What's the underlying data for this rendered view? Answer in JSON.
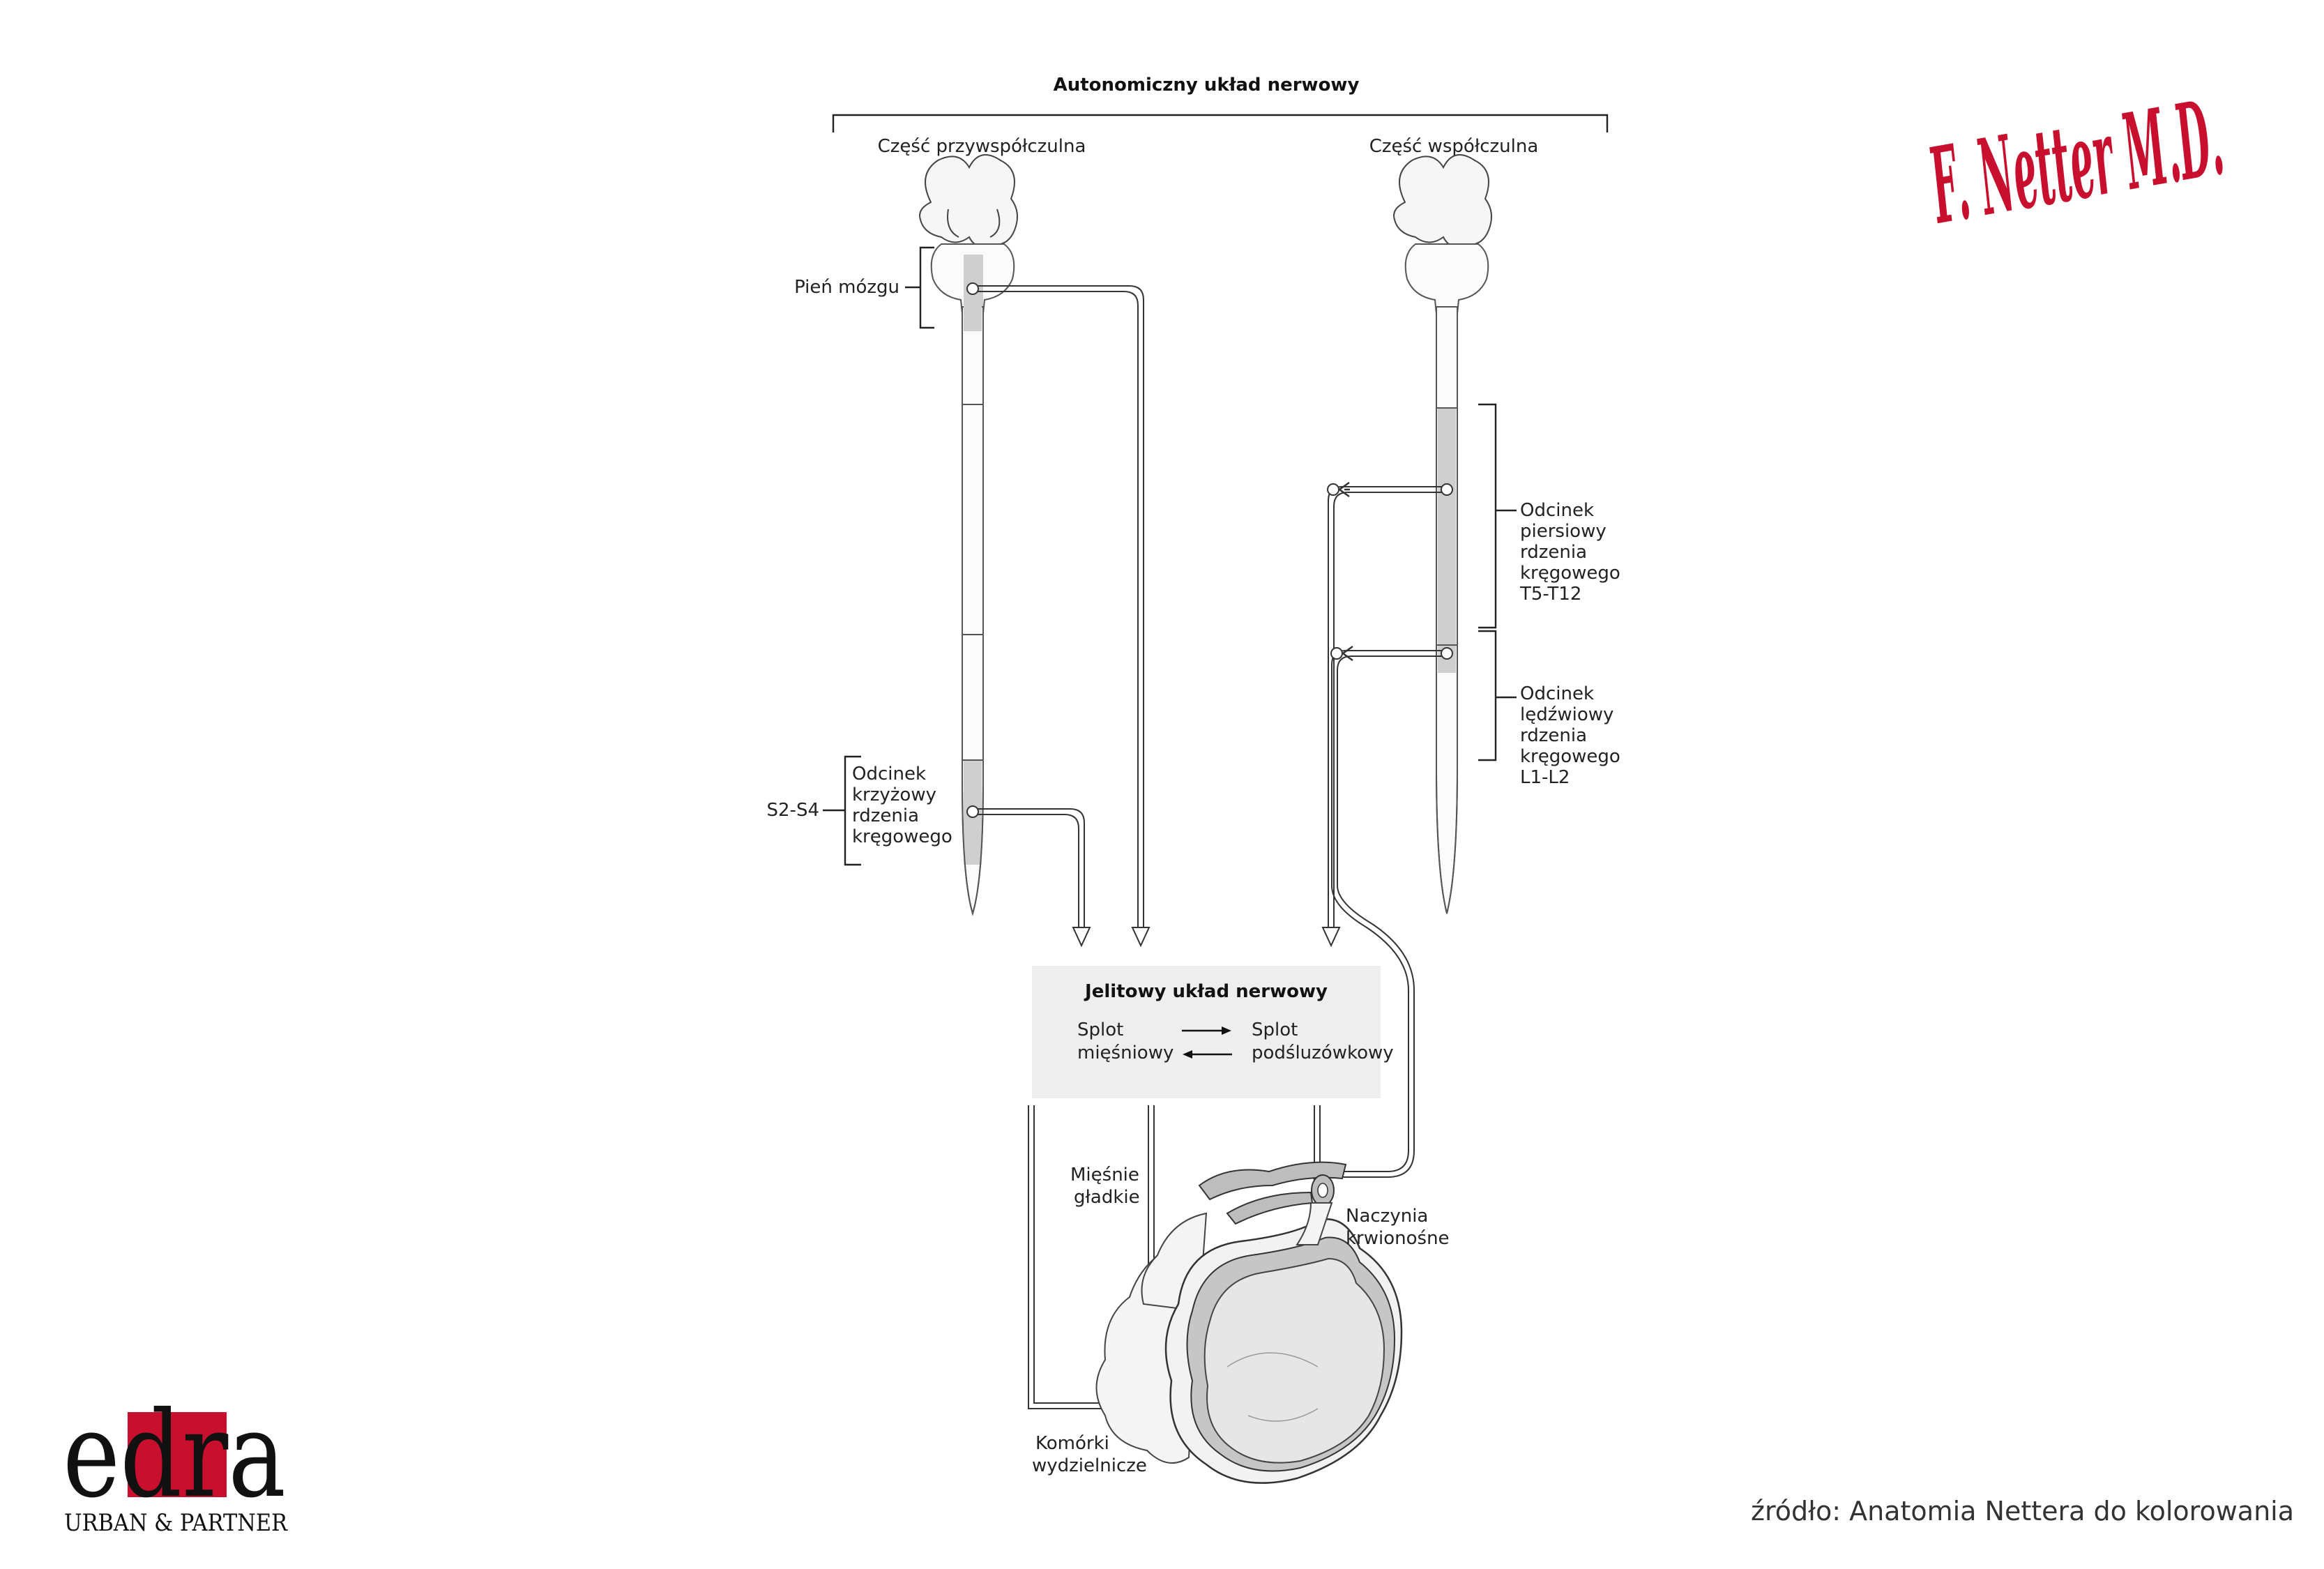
{
  "title": "Autonomiczny układ nerwowy",
  "parasympathetic": {
    "heading": "Część przywspółczulna",
    "brainstem": "Pień mózgu",
    "sacral_range": "S2-S4",
    "sacral_label": [
      "Odcinek",
      "krzyżowy",
      "rdzenia",
      "kręgowego"
    ]
  },
  "sympathetic": {
    "heading": "Część współczulna",
    "thoracic_label": [
      "Odcinek",
      "piersiowy",
      "rdzenia",
      "kręgowego",
      "T5-T12"
    ],
    "lumbar_label": [
      "Odcinek",
      "lędźwiowy",
      "rdzenia",
      "kręgowego",
      "L1-L2"
    ]
  },
  "enteric": {
    "title": "Jelitowy układ nerwowy",
    "myenteric": [
      "Splot",
      "mięśniowy"
    ],
    "submucosal": [
      "Splot",
      "podśluzówkowy"
    ]
  },
  "targets": {
    "smooth_muscle": [
      "Mięśnie",
      "gładkie"
    ],
    "blood_vessels": [
      "Naczynia",
      "krwionośne"
    ],
    "secretory_cells": [
      "Komórki",
      "wydzielnicze"
    ]
  },
  "logos": {
    "netter": "F. Netter M.D.",
    "edra_word": "edra",
    "edra_sub": "URBAN & PARTNER"
  },
  "source": "źródło: Anatomia Nettera do kolorowania"
}
